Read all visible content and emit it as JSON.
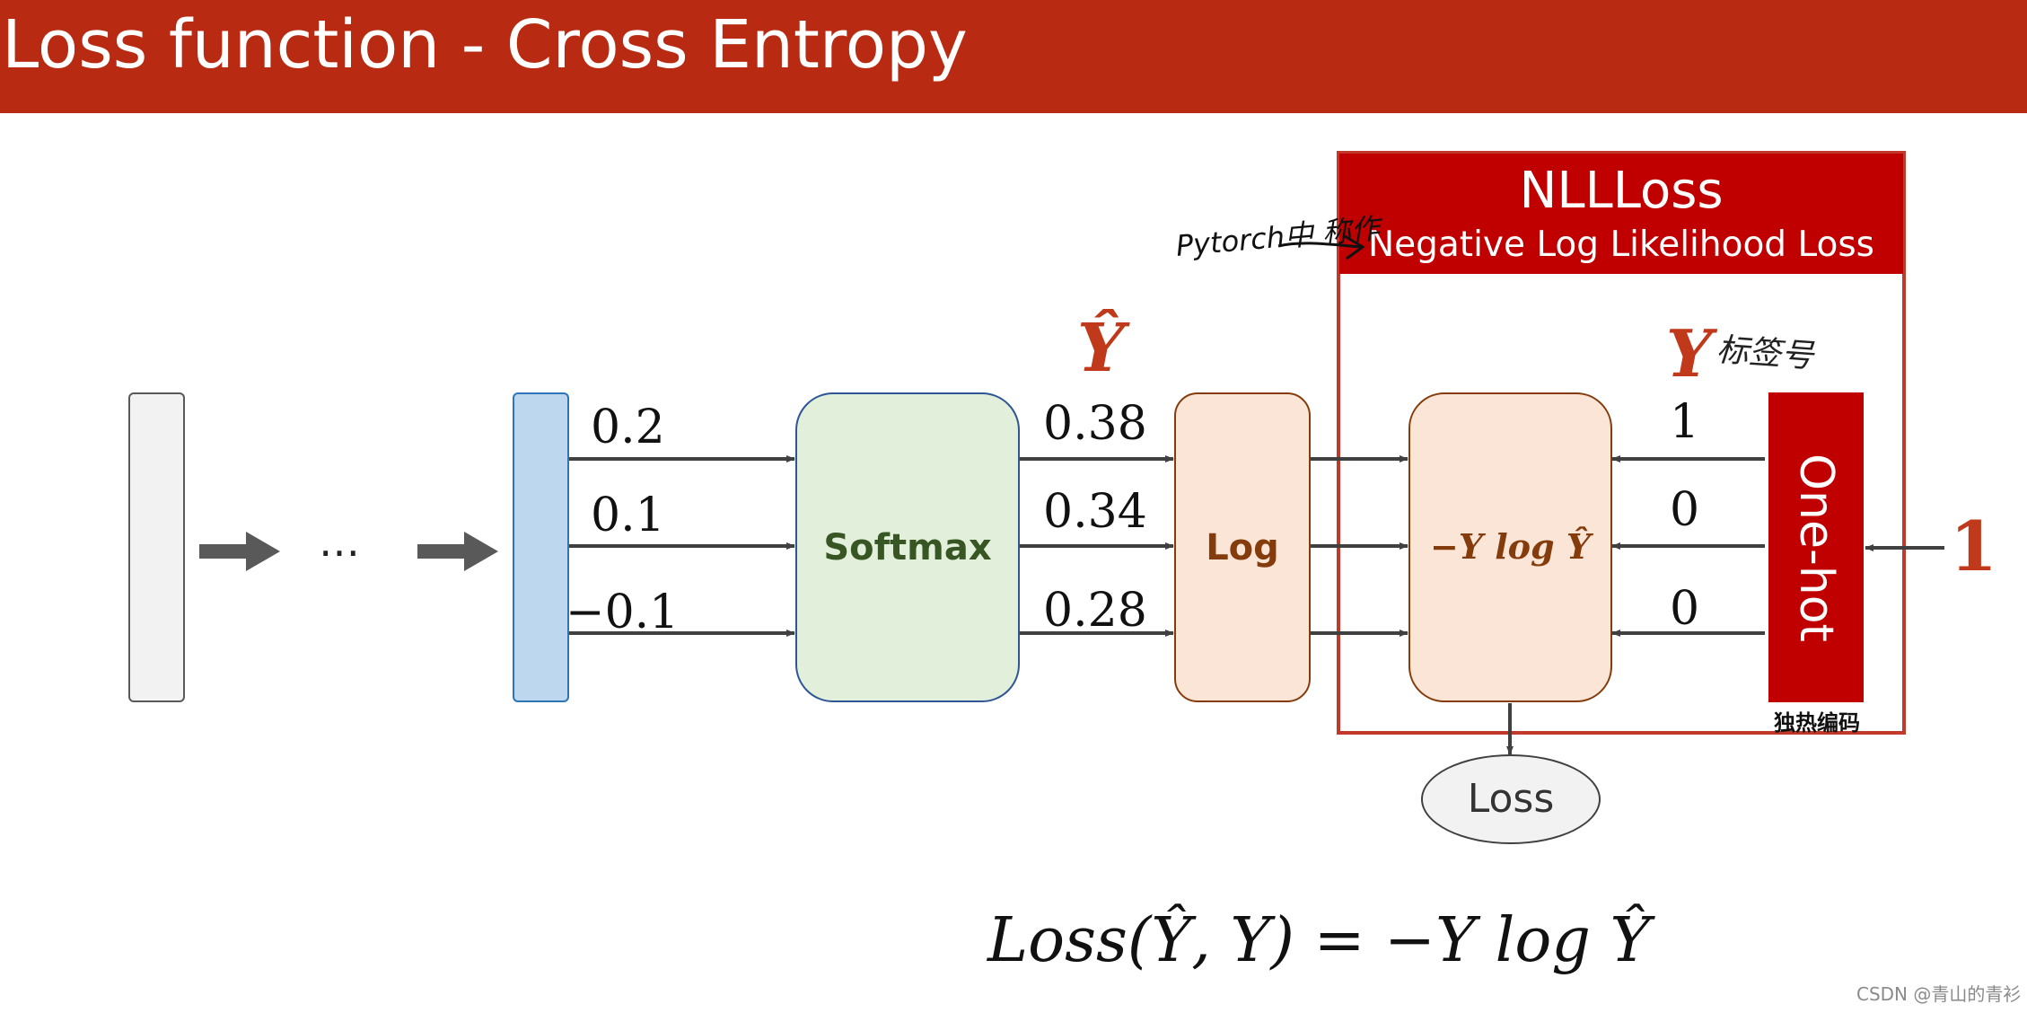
{
  "title": "Loss function - Cross Entropy",
  "ellipsis": "…",
  "inputs": [
    "0.2",
    "0.1",
    "−0.1"
  ],
  "softmax": {
    "label": "Softmax",
    "outputs": [
      "0.38",
      "0.34",
      "0.28"
    ]
  },
  "yhat_symbol": "Ŷ",
  "log_label": "Log",
  "formula_box": "−Y log Ŷ",
  "nll": {
    "title": "NLLLoss",
    "subtitle": "Negative Log Likelihood Loss"
  },
  "handwriting": {
    "pytorch": "Pytorch中 称作",
    "label_name": "标签号",
    "onehot_note": "独热编码"
  },
  "y_symbol": "Y",
  "onehot": {
    "label": "One-hot",
    "values": [
      "1",
      "0",
      "0"
    ],
    "input": "1"
  },
  "loss_label": "Loss",
  "equation": "Loss(Ŷ, Y) = −Y log Ŷ",
  "watermark": "CSDN @青山的青衫",
  "colors": {
    "title_bar": "#b82b12",
    "nll_red": "#c00000",
    "softmax_fill": "#e2efda",
    "log_fill": "#fbe5d6",
    "vector_fill": "#bdd7ee",
    "accent_text": "#c0391b"
  }
}
